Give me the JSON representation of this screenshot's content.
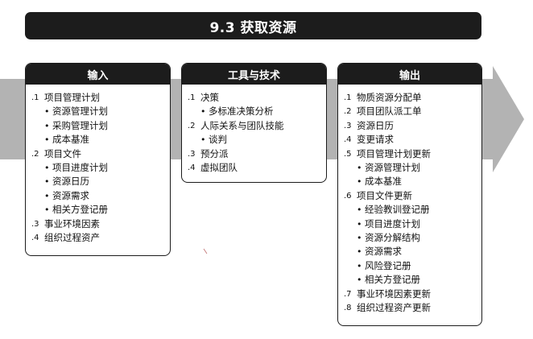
{
  "title": "9.3 获取资源",
  "colors": {
    "dark": "#1c1c1c",
    "arrow": "#b3b3b3"
  },
  "columns": [
    {
      "header": "输入",
      "items": [
        {
          "num": ".1",
          "label": "项目管理计划",
          "subs": [
            "资源管理计划",
            "采购管理计划",
            "成本基准"
          ]
        },
        {
          "num": ".2",
          "label": "项目文件",
          "subs": [
            "项目进度计划",
            "资源日历",
            "资源需求",
            "相关方登记册"
          ]
        },
        {
          "num": ".3",
          "label": "事业环境因素",
          "subs": []
        },
        {
          "num": ".4",
          "label": "组织过程资产",
          "subs": []
        }
      ]
    },
    {
      "header": "工具与技术",
      "items": [
        {
          "num": ".1",
          "label": "决策",
          "subs": [
            "多标准决策分析"
          ]
        },
        {
          "num": ".2",
          "label": "人际关系与团队技能",
          "subs": [
            "谈判"
          ]
        },
        {
          "num": ".3",
          "label": "预分派",
          "subs": []
        },
        {
          "num": ".4",
          "label": "虚拟团队",
          "subs": []
        }
      ]
    },
    {
      "header": "输出",
      "items": [
        {
          "num": ".1",
          "label": "物质资源分配单",
          "subs": []
        },
        {
          "num": ".2",
          "label": "项目团队派工单",
          "subs": []
        },
        {
          "num": ".3",
          "label": "资源日历",
          "subs": []
        },
        {
          "num": ".4",
          "label": "变更请求",
          "subs": []
        },
        {
          "num": ".5",
          "label": "项目管理计划更新",
          "subs": [
            "资源管理计划",
            "成本基准"
          ]
        },
        {
          "num": ".6",
          "label": "项目文件更新",
          "subs": [
            "经验教训登记册",
            "项目进度计划",
            "资源分解结构",
            "资源需求",
            "风险登记册",
            "相关方登记册"
          ]
        },
        {
          "num": ".7",
          "label": "事业环境因素更新",
          "subs": []
        },
        {
          "num": ".8",
          "label": "组织过程资产更新",
          "subs": []
        }
      ]
    }
  ]
}
